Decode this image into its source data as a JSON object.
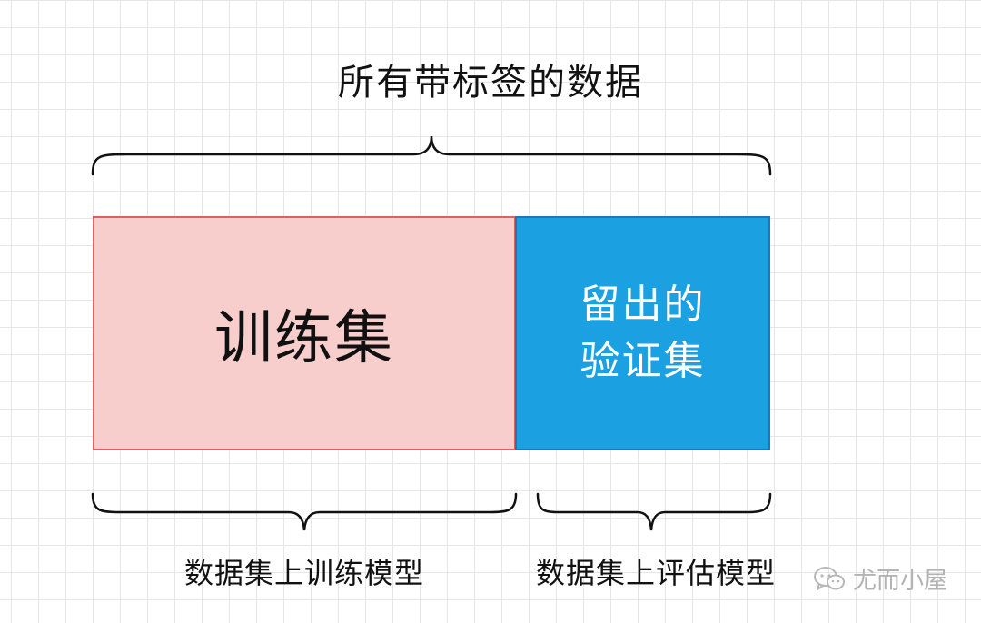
{
  "diagram": {
    "title": "所有带标签的数据",
    "training_block_label": "训练集",
    "validation_block_label": "留出的验证集",
    "training_caption": "数据集上训练模型",
    "validation_caption": "数据集上评估模型",
    "watermark_text": "尤而小屋"
  },
  "colors": {
    "training_fill": "#f8cecc",
    "training_border": "#d9645f",
    "validation_fill": "#1ba1e2",
    "validation_border": "#1a79bb",
    "validation_text": "#ffffff",
    "text": "#111111"
  },
  "icons": {
    "watermark_icon": "wechat-icon"
  }
}
